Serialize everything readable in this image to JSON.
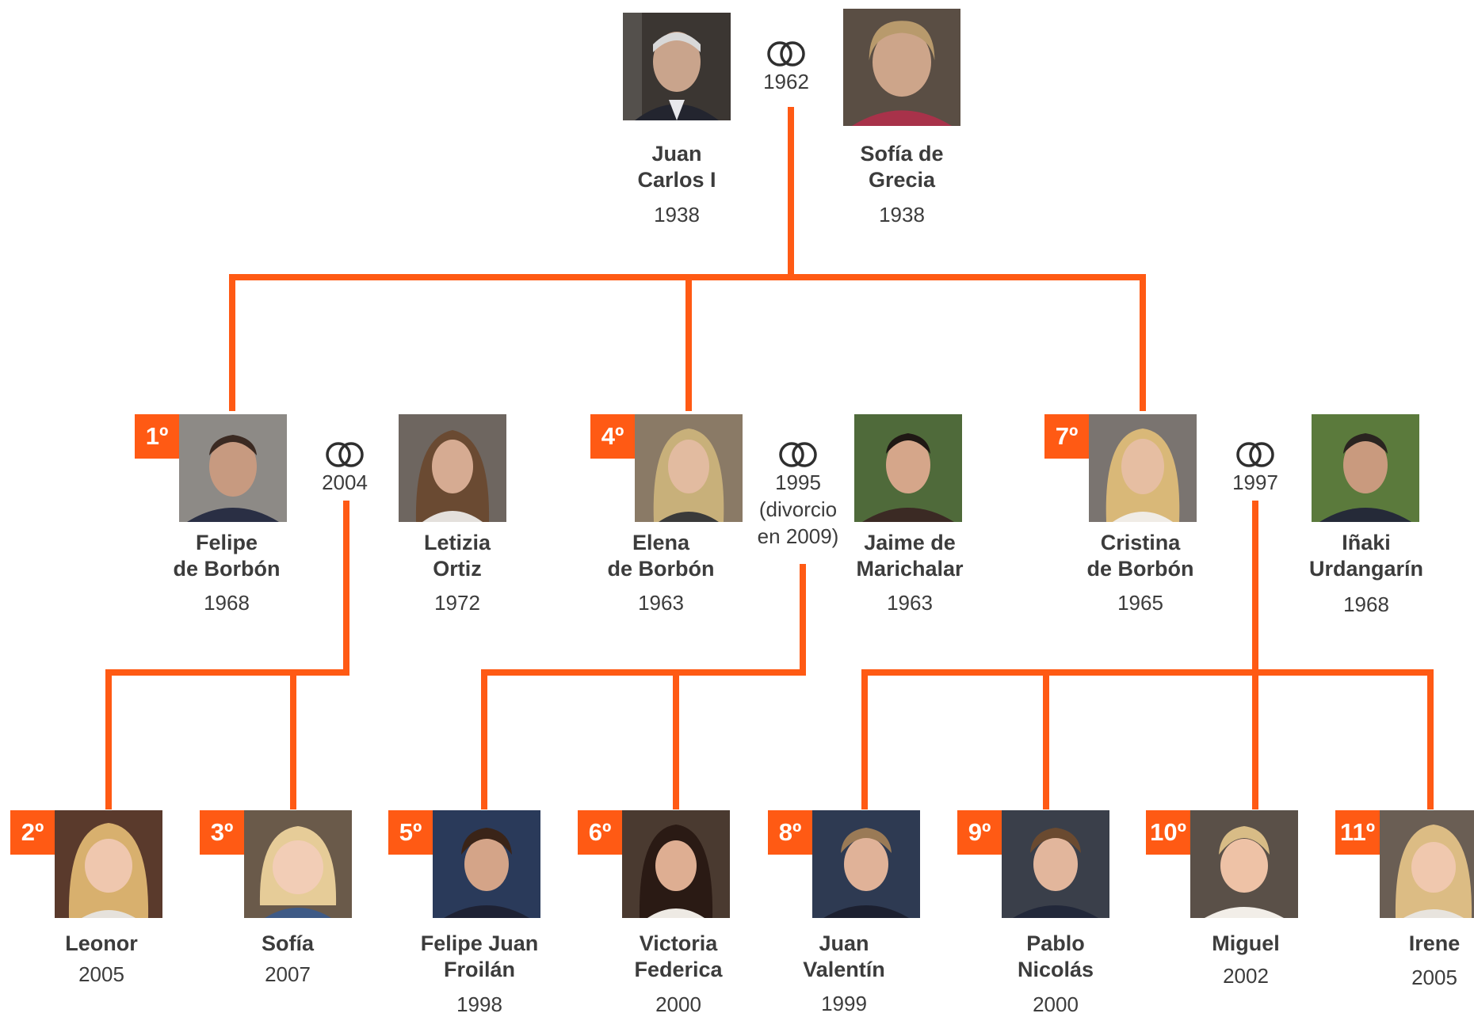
{
  "colors": {
    "accent": "#ff5a14",
    "text": "#3c3c3c"
  },
  "people": {
    "juan_carlos": {
      "name": "Juan\nCarlos I",
      "year": "1938"
    },
    "sofia_grecia": {
      "name": "Sofía de\nGrecia",
      "year": "1938"
    },
    "felipe": {
      "rank": "1º",
      "name": "Felipe\nde Borbón",
      "year": "1968"
    },
    "letizia": {
      "name": "Letizia\nOrtiz",
      "year": "1972"
    },
    "elena": {
      "rank": "4º",
      "name": "Elena\nde Borbón",
      "year": "1963"
    },
    "jaime": {
      "name": "Jaime de\nMarichalar",
      "year": "1963"
    },
    "cristina": {
      "rank": "7º",
      "name": "Cristina\nde Borbón",
      "year": "1965"
    },
    "inaki": {
      "name": "Iñaki\nUrdangarín",
      "year": "1968"
    },
    "leonor": {
      "rank": "2º",
      "name": "Leonor",
      "year": "2005"
    },
    "sofia": {
      "rank": "3º",
      "name": "Sofía",
      "year": "2007"
    },
    "froilan": {
      "rank": "5º",
      "name": "Felipe Juan\nFroilán",
      "year": "1998"
    },
    "victoria": {
      "rank": "6º",
      "name": "Victoria\nFederica",
      "year": "2000"
    },
    "juan_valentin": {
      "rank": "8º",
      "name": "Juan\nValentín",
      "year": "1999"
    },
    "pablo": {
      "rank": "9º",
      "name": "Pablo\nNicolás",
      "year": "2000"
    },
    "miguel": {
      "rank": "10º",
      "name": "Miguel",
      "year": "2002"
    },
    "irene": {
      "rank": "11º",
      "name": "Irene",
      "year": "2005"
    }
  },
  "marriages": {
    "juan_carlos_sofia": "1962",
    "felipe_letizia": "2004",
    "elena_jaime": "1995\n(divorcio\nen 2009)",
    "cristina_inaki": "1997"
  }
}
